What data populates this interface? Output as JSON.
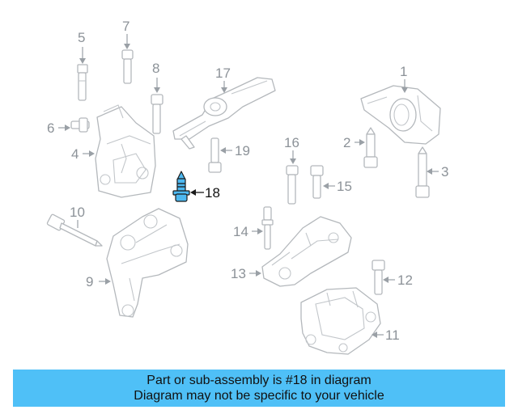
{
  "diagram": {
    "callouts": {
      "c1": "1",
      "c2": "2",
      "c3": "3",
      "c4": "4",
      "c5": "5",
      "c6": "6",
      "c7": "7",
      "c8": "8",
      "c9": "9",
      "c10": "10",
      "c11": "11",
      "c12": "12",
      "c13": "13",
      "c14": "14",
      "c15": "15",
      "c16": "16",
      "c17": "17",
      "c18": "18",
      "c19": "19"
    },
    "highlighted_part": "18",
    "highlight_color": "#4db8f0",
    "line_color": "#b4b8bc"
  },
  "banner": {
    "line1": "Part or sub-assembly is #18 in diagram",
    "line2": "Diagram may not be specific to your vehicle",
    "background": "#4fc0f7"
  }
}
